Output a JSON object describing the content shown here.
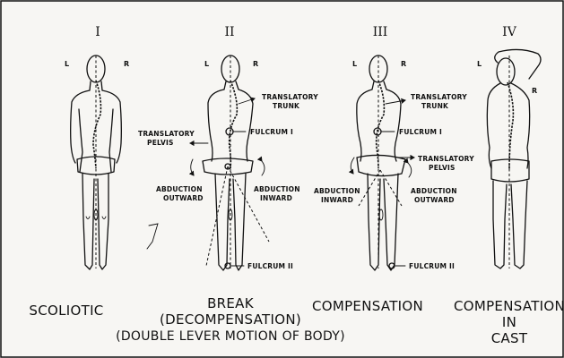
{
  "figures": [
    {
      "numeral": "I",
      "caption_lines": [
        "SCOLIOTIC"
      ],
      "left_mark": "L",
      "right_mark": "R",
      "labels": []
    },
    {
      "numeral": "II",
      "caption_lines": [
        "BREAK",
        "(DECOMPENSATION)",
        "(DOUBLE LEVER MOTION OF BODY)"
      ],
      "left_mark": "L",
      "right_mark": "R",
      "labels": [
        {
          "lines": [
            "TRANSLATORY",
            "TRUNK"
          ]
        },
        {
          "lines": [
            "FULCRUM I"
          ]
        },
        {
          "lines": [
            "TRANSLATORY",
            "PELVIS"
          ]
        },
        {
          "lines": [
            "ABDUCTION",
            "OUTWARD"
          ]
        },
        {
          "lines": [
            "ABDUCTION",
            "INWARD"
          ]
        },
        {
          "lines": [
            "FULCRUM II"
          ]
        }
      ]
    },
    {
      "numeral": "III",
      "caption_lines": [
        "COMPENSATION"
      ],
      "left_mark": "L",
      "right_mark": "R",
      "labels": [
        {
          "lines": [
            "TRANSLATORY",
            "TRUNK"
          ]
        },
        {
          "lines": [
            "FULCRUM I"
          ]
        },
        {
          "lines": [
            "TRANSLATORY",
            "PELVIS"
          ]
        },
        {
          "lines": [
            "ABDUCTION",
            "INWARD"
          ]
        },
        {
          "lines": [
            "ABDUCTION",
            "OUTWARD"
          ]
        },
        {
          "lines": [
            "FULCRUM II"
          ]
        }
      ]
    },
    {
      "numeral": "IV",
      "caption_lines": [
        "COMPENSATION",
        "IN",
        "CAST"
      ],
      "left_mark": "L",
      "right_mark": "R",
      "labels": []
    }
  ]
}
